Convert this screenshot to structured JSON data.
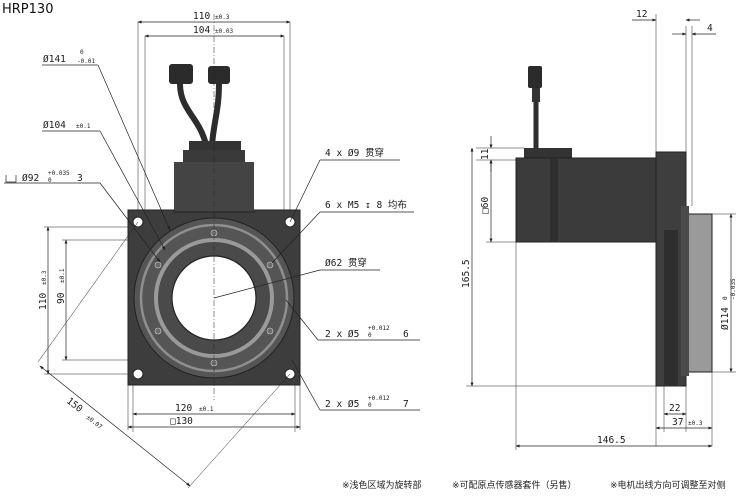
{
  "title": "HRP130",
  "front": {
    "top_dim_outer": {
      "value": "110",
      "tol": "±0.3"
    },
    "top_dim_inner": {
      "value": "104",
      "tol": "±0.03"
    },
    "dia_141": {
      "value": "Ø141",
      "tol_upper": "0",
      "tol_lower": "-0.01"
    },
    "dia_104": {
      "value": "Ø104",
      "tol": "±0.1"
    },
    "dia_92": {
      "value": "Ø92",
      "tol_upper": "+0.035",
      "tol_lower": "0",
      "depth": "3"
    },
    "callout_holes_9": "4 x Ø9 贯穿",
    "callout_m5": "6 x M5 ↧ 8 均布",
    "callout_62": "Ø62 贯穿",
    "callout_pin_a": {
      "text": "2 x Ø5",
      "tol_upper": "+0.012",
      "tol_lower": "0",
      "depth": "6"
    },
    "callout_pin_b": {
      "text": "2 x Ø5",
      "tol_upper": "+0.012",
      "tol_lower": "0",
      "depth": "7"
    },
    "left_dim_outer": {
      "value": "110",
      "tol": "±0.3"
    },
    "left_dim_inner": {
      "value": "90",
      "tol": "±0.1"
    },
    "diag_dim": {
      "value": "150",
      "tol": "±0.07"
    },
    "bottom_dim_inner": {
      "value": "120",
      "tol": "±0.1"
    },
    "bottom_dim_outer": "□130"
  },
  "side": {
    "dim_12": "12",
    "dim_4": "4",
    "dim_11": "11",
    "dim_60": "□60",
    "dim_165": "165.5",
    "dim_114": {
      "value": "Ø114",
      "tol_upper": "0",
      "tol_lower": "-0.035"
    },
    "dim_22": "22",
    "dim_37": {
      "value": "37",
      "tol": "±0.3"
    },
    "dim_146": "146.5"
  },
  "notes": [
    "※浅色区域为旋转部",
    "※可配原点传感器套件（另售）",
    "※电机出线方向可调整至对侧"
  ],
  "colors": {
    "body": "#3a3a3a",
    "face": "#4a4a4a",
    "ring": "#8f8f8f",
    "bore": "#ffffff",
    "line": "#222222"
  }
}
